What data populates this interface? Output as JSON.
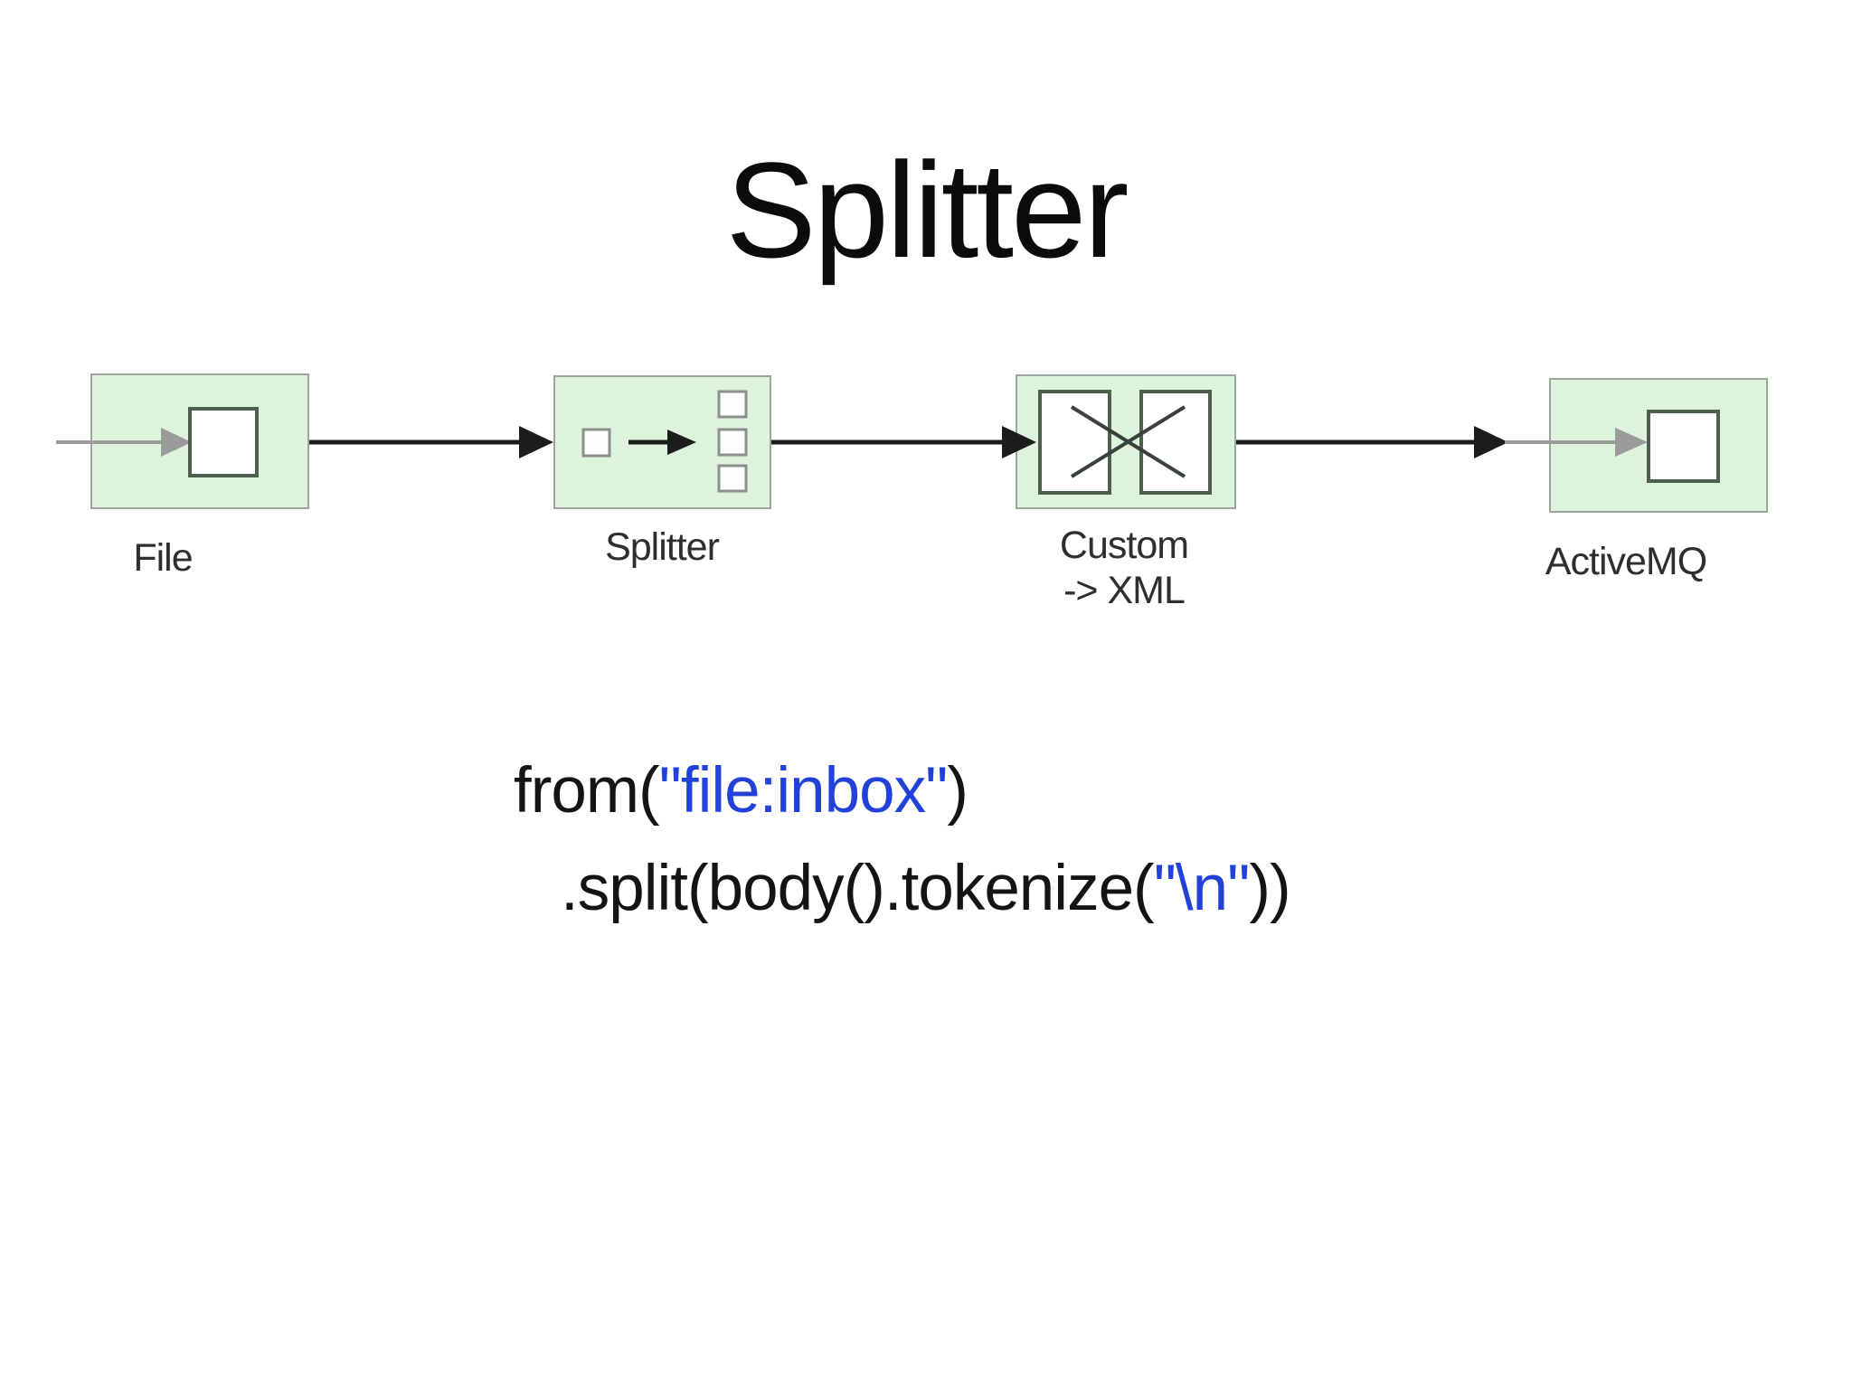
{
  "title": "Splitter",
  "colors": {
    "bg": "#ffffff",
    "title_color": "#0b0b0b",
    "label_color": "#2e2e2e",
    "box_fill": "#ddf3dc",
    "box_border": "#9aa69a",
    "inner_border": "#4d5f4d",
    "small_border": "#8e8e8e",
    "gray": "#9b9b9b",
    "black": "#1c1c1c",
    "x_line": "#38423a",
    "code_color": "#141414",
    "code_blue": "#2141d9"
  },
  "diagram": {
    "nodes": [
      {
        "id": "file",
        "label": "File",
        "icon": "endpoint-icon"
      },
      {
        "id": "splitter",
        "label": "Splitter",
        "icon": "splitter-icon"
      },
      {
        "id": "custom",
        "label": "Custom",
        "label_line2": "-> XML",
        "icon": "message-translator-icon"
      },
      {
        "id": "activemq",
        "label": "ActiveMQ",
        "icon": "endpoint-icon"
      }
    ]
  },
  "code": {
    "line1": {
      "pre": "from(",
      "literal": "\"file:inbox\"",
      "post": ")"
    },
    "line2": {
      "pre": ".split(body().tokenize(",
      "literal": "\"\\n\"",
      "post": "))"
    }
  }
}
